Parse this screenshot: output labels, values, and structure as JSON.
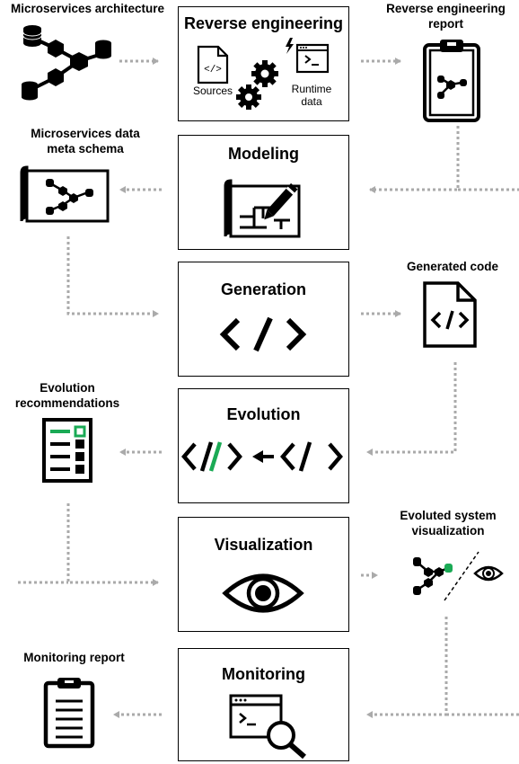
{
  "stages": {
    "reverse_engineering": {
      "title": "Reverse engineering",
      "sources_label": "Sources",
      "runtime_label_1": "Runtime",
      "runtime_label_2": "data"
    },
    "modeling": {
      "title": "Modeling"
    },
    "generation": {
      "title": "Generation"
    },
    "evolution": {
      "title": "Evolution"
    },
    "visualization": {
      "title": "Visualization"
    },
    "monitoring": {
      "title": "Monitoring"
    }
  },
  "artifacts": {
    "microservices_architecture": "Microservices architecture",
    "reverse_engineering_report_1": "Reverse engineering",
    "reverse_engineering_report_2": "report",
    "meta_schema_1": "Microservices data",
    "meta_schema_2": "meta schema",
    "generated_code": "Generated code",
    "evolution_recommendations_1": "Evolution",
    "evolution_recommendations_2": "recommendations",
    "evoluted_visualization_1": "Evoluted system",
    "evoluted_visualization_2": "visualization",
    "monitoring_report": "Monitoring report"
  },
  "colors": {
    "accent_green": "#1aaa55",
    "arrow_gray": "#aaaaaa",
    "stroke": "#000000"
  }
}
